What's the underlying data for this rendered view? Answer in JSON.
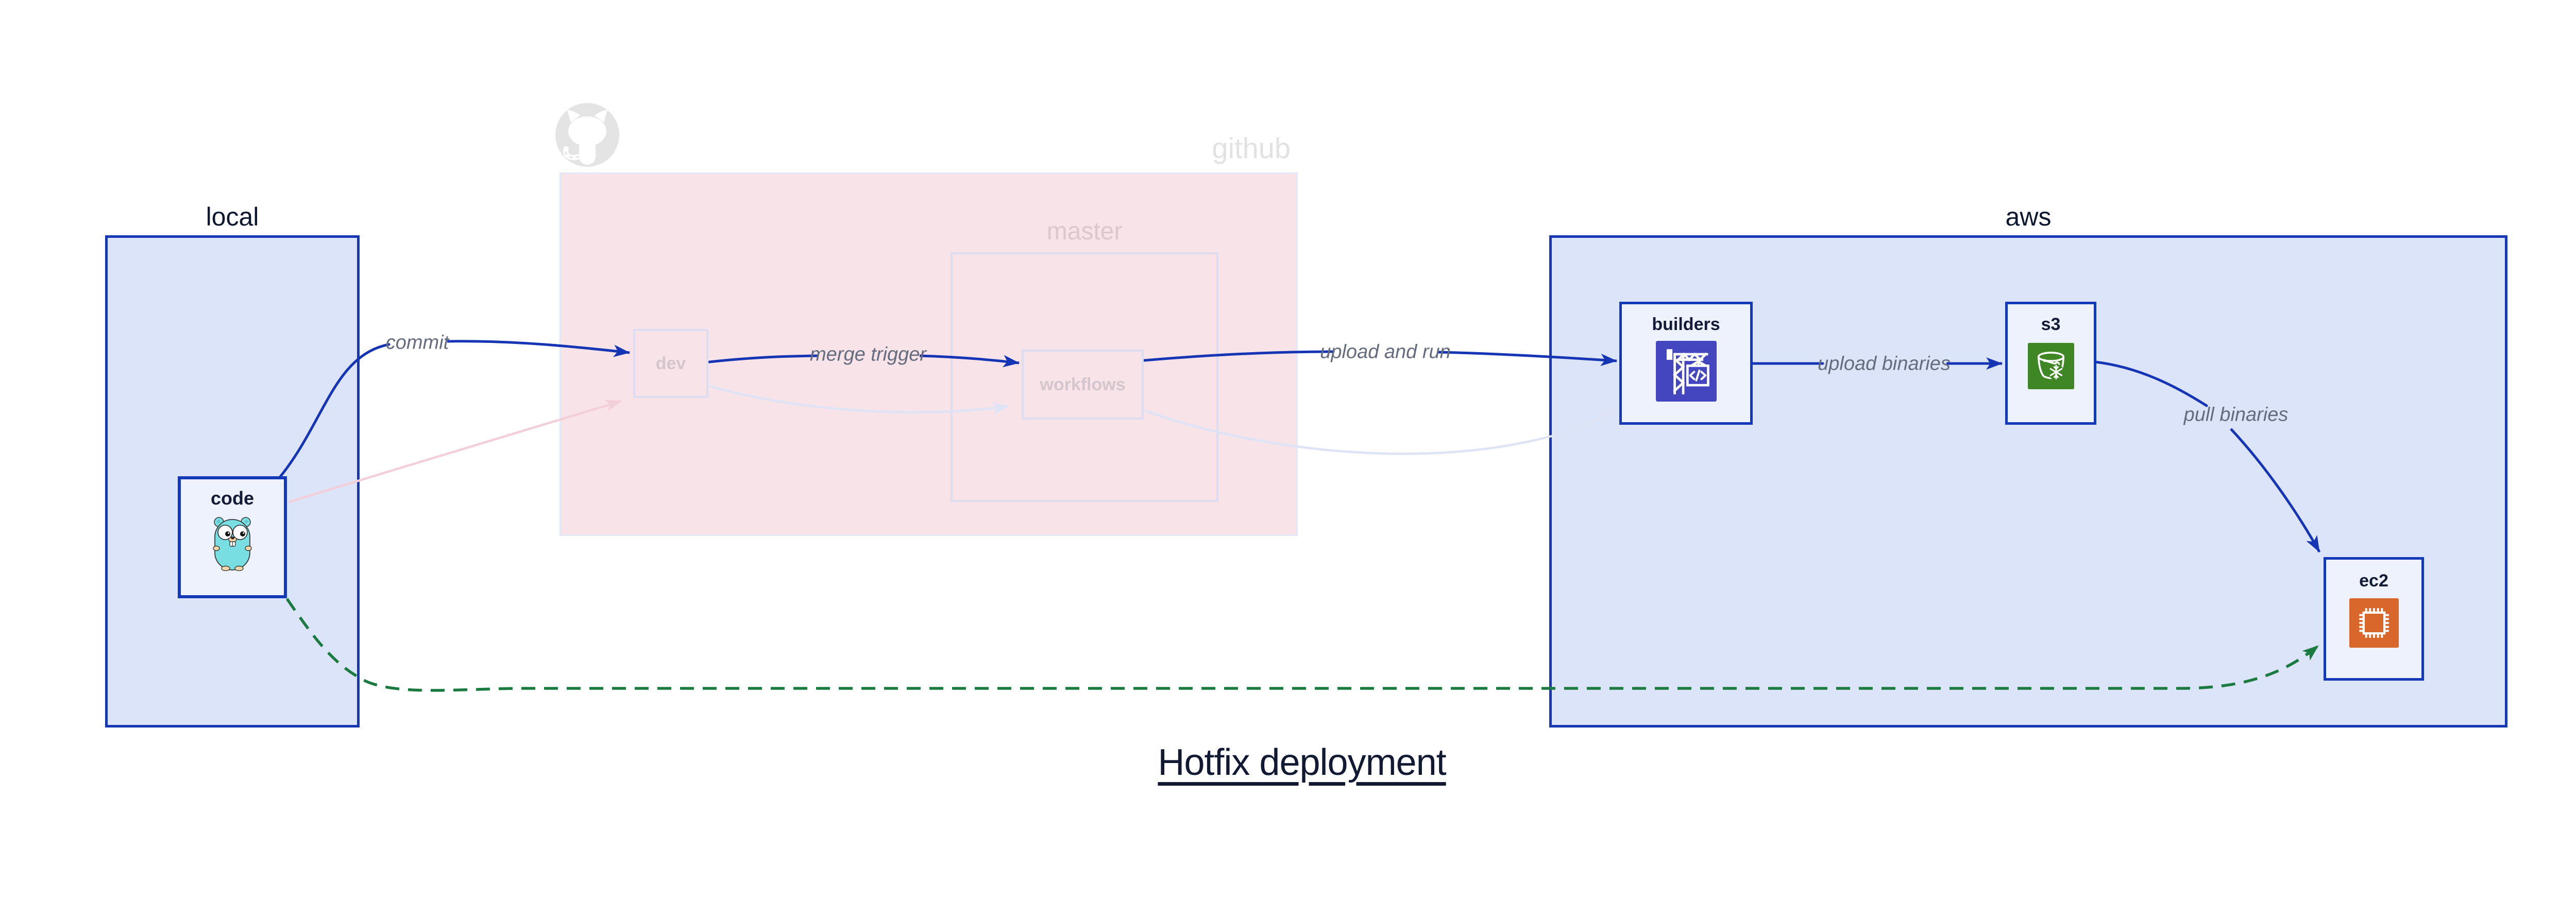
{
  "title": "Hotfix deployment",
  "groups": {
    "local": {
      "label": "local"
    },
    "github": {
      "label": "github"
    },
    "master": {
      "label": "master"
    },
    "aws": {
      "label": "aws"
    }
  },
  "nodes": {
    "code": {
      "label": "code",
      "icon": "go-gopher-icon"
    },
    "dev": {
      "label": "dev"
    },
    "workflows": {
      "label": "workflows"
    },
    "builders": {
      "label": "builders",
      "icon": "codebuild-crane-icon"
    },
    "s3": {
      "label": "s3",
      "icon": "s3-bucket-snowflake-icon"
    },
    "ec2": {
      "label": "ec2",
      "icon": "ec2-chip-icon"
    }
  },
  "edges": {
    "commit": {
      "label": "commit",
      "style": "solid",
      "color": "#1535b4"
    },
    "merge_trigger": {
      "label": "merge trigger",
      "style": "solid",
      "color": "#1535b4"
    },
    "upload_and_run": {
      "label": "upload and run",
      "style": "solid",
      "color": "#1535b4"
    },
    "upload_binaries": {
      "label": "upload binaries",
      "style": "solid",
      "color": "#1535b4"
    },
    "pull_binaries": {
      "label": "pull binaries",
      "style": "solid",
      "color": "#1535b4"
    },
    "hotfix_direct": {
      "label": "",
      "style": "dashed",
      "color": "#1b7a40"
    },
    "code_to_dev_faded": {
      "label": "",
      "style": "faded",
      "color": "#f3cfda"
    },
    "dev_to_workflows_faded": {
      "label": "",
      "style": "faded",
      "color": "#dee3f6"
    },
    "workflows_to_builders_faded": {
      "label": "",
      "style": "faded",
      "color": "#dee3f6"
    }
  },
  "icons": {
    "octocat": "github-octocat-icon"
  },
  "colors": {
    "background": "#ffffff",
    "group_fill_blue": "#dce4f9",
    "group_border_blue": "#1638b4",
    "github_fill_pink": "#f8e3e9",
    "faded_border_lavender": "#dcddf0",
    "node_fill": "#eef2fc",
    "edge_blue": "#1535b4",
    "edge_green": "#1b7a40",
    "edge_faded_pink": "#f3cfda",
    "edge_faded_lavender": "#dee3f6",
    "edge_label_gray": "#646c7d",
    "text_dark_navy": "#131c36",
    "octocat_gray": "#e4e4e4",
    "codebuild_indigo": "#4446bf",
    "s3_green": "#3f8624",
    "ec2_orange": "#d9662a",
    "gopher_teal": "#79dee2"
  }
}
